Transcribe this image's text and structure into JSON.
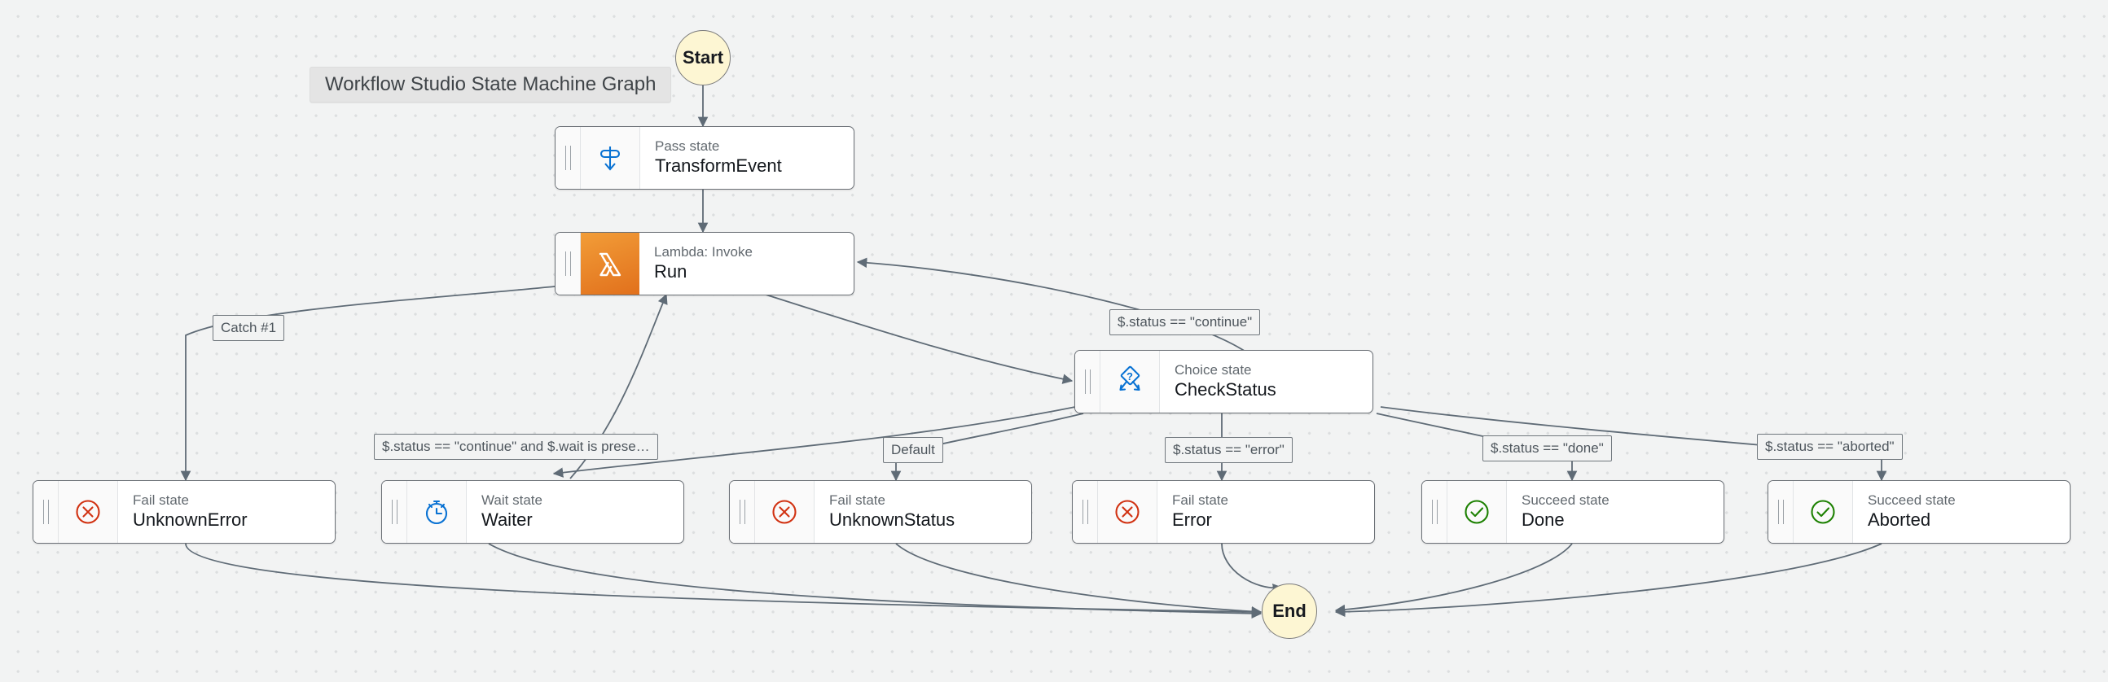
{
  "graph": {
    "title": "Workflow Studio State Machine Graph",
    "background_color": "#f2f3f3",
    "dot_color": "#dcdedf"
  },
  "terminals": [
    {
      "id": "start",
      "label": "Start",
      "fill": "#fdf6d3"
    },
    {
      "id": "end",
      "label": "End",
      "fill": "#fdf6d3"
    }
  ],
  "states": [
    {
      "id": "transform-event",
      "type": "Pass state",
      "name": "TransformEvent",
      "icon": "pass-state-icon",
      "icon_color": "#0972d3"
    },
    {
      "id": "run",
      "type": "Lambda: Invoke",
      "name": "Run",
      "icon": "lambda-icon",
      "icon_color": "#e1701c"
    },
    {
      "id": "check-status",
      "type": "Choice state",
      "name": "CheckStatus",
      "icon": "choice-state-icon",
      "icon_color": "#0972d3"
    },
    {
      "id": "unknown-error",
      "type": "Fail state",
      "name": "UnknownError",
      "icon": "fail-state-icon",
      "icon_color": "#d13212"
    },
    {
      "id": "waiter",
      "type": "Wait state",
      "name": "Waiter",
      "icon": "wait-state-icon",
      "icon_color": "#0972d3"
    },
    {
      "id": "unknown-status",
      "type": "Fail state",
      "name": "UnknownStatus",
      "icon": "fail-state-icon",
      "icon_color": "#d13212"
    },
    {
      "id": "error",
      "type": "Fail state",
      "name": "Error",
      "icon": "fail-state-icon",
      "icon_color": "#d13212"
    },
    {
      "id": "done",
      "type": "Succeed state",
      "name": "Done",
      "icon": "succeed-state-icon",
      "icon_color": "#1d8102"
    },
    {
      "id": "aborted",
      "type": "Succeed state",
      "name": "Aborted",
      "icon": "succeed-state-icon",
      "icon_color": "#1d8102"
    }
  ],
  "edge_labels": [
    {
      "id": "catch-1",
      "text": "Catch #1"
    },
    {
      "id": "continue",
      "text": "$.status == \"continue\""
    },
    {
      "id": "continue-wait",
      "text": "$.status == \"continue\" and $.wait is prese…"
    },
    {
      "id": "default",
      "text": "Default"
    },
    {
      "id": "error",
      "text": "$.status == \"error\""
    },
    {
      "id": "done",
      "text": "$.status == \"done\""
    },
    {
      "id": "aborted",
      "text": "$.status == \"aborted\""
    }
  ]
}
